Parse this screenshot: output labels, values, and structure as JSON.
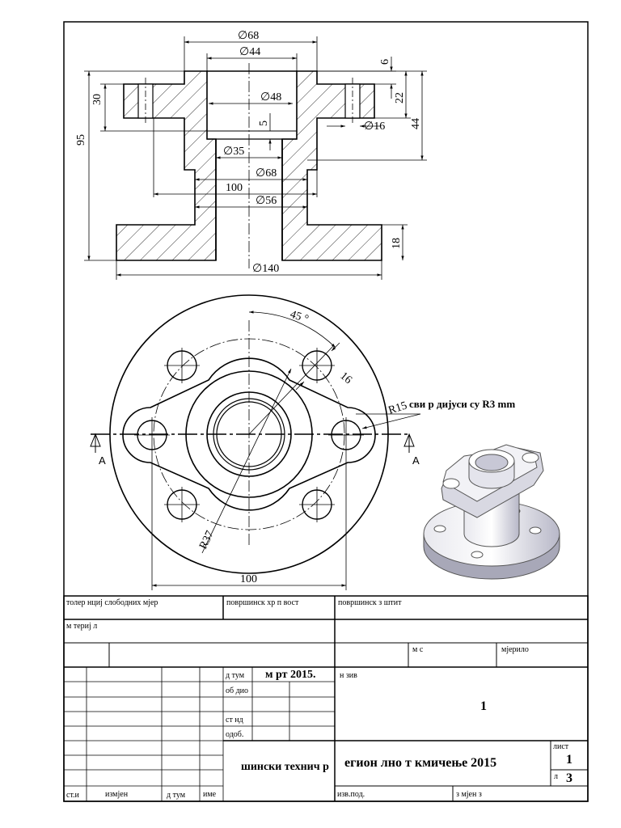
{
  "drawing": {
    "dims": {
      "d68_top": "∅68",
      "d44": "∅44",
      "d48": "∅48",
      "d16": "∅16",
      "d35": "∅35",
      "d68_mid": "∅68",
      "len100_top": "100",
      "d56": "∅56",
      "d140": "∅140",
      "h6": "6",
      "h22": "22",
      "h44": "44",
      "h30": "30",
      "h95": "95",
      "h5": "5",
      "h18": "18",
      "ang45": "45 °",
      "r16": "16",
      "r15": "R15",
      "r37": "R37",
      "len100_bottom": "100"
    },
    "section_marks": {
      "left": "A",
      "right": "A"
    },
    "note": "сви р  дијуси су R3 mm"
  },
  "title_block": {
    "tolerance_label": "толер  нциј  слободних мјер",
    "surface_quality_label": "површинск  хр  п  вост",
    "surface_protection_label": "површинск   з  штит",
    "material_label": "м  териј  л",
    "mass_label": "м  с",
    "scale_label": "мјерило",
    "date_label": "д  тум",
    "date_value": "м  рт 2015.",
    "drawn_label": "об  дио",
    "standard_label": "ст  нд",
    "approved_label": "одоб.",
    "name_label": "н  зив",
    "part_number": "1",
    "school": "шински технич  р",
    "competition": "егион   лно т  кмичење 2015",
    "sheet_label": "лист",
    "sheet_value": "1",
    "sheets_label": "л",
    "sheets_value": "3",
    "rev_label": "ст.и",
    "change_label": "измјен",
    "rev_date_label": "д  тум",
    "rev_name_label": "име",
    "produced_label": "изв.под.",
    "replaced_label": "з  мјен   з"
  },
  "colors": {
    "line": "#000000",
    "paper": "#ffffff",
    "iso_shade": "#b8b8c8"
  }
}
